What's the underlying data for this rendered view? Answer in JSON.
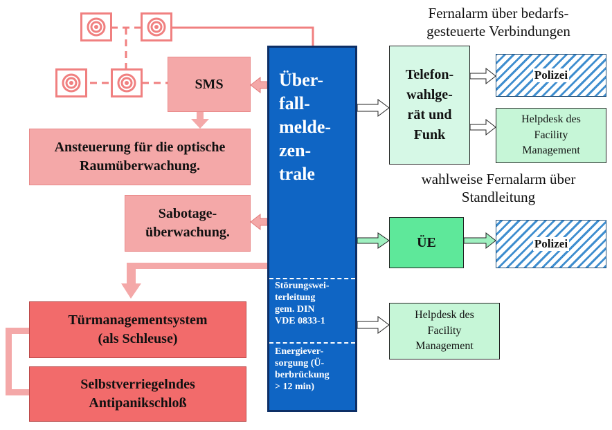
{
  "sms": "SMS",
  "ansteuerung": [
    "Ansteuerung für die optische",
    "Raumüberwachung."
  ],
  "sabotage": [
    "Sabotage-",
    "überwachung."
  ],
  "tuer": [
    "Türmanagementsystem",
    "(als Schleuse)"
  ],
  "selbst": [
    "Selbstverriegelndes",
    "Antipanikschloß"
  ],
  "central": {
    "title_lines": [
      "Über-",
      "fall-",
      "melde-",
      "zen-",
      "trale"
    ],
    "section2_lines": [
      "Störungswei-",
      "terleitung",
      "gem. DIN",
      "VDE 0833-1"
    ],
    "section3_lines": [
      "Energiever-",
      "sorgung (Ü-",
      "berbrückung",
      "> 12 min)"
    ]
  },
  "fernalarm_heading": [
    "Fernalarm über bedarfs-",
    "gesteuerte Verbindungen"
  ],
  "telefon": [
    "Telefon-",
    "wahlge-",
    "rät und",
    "Funk"
  ],
  "polizei1": "Polizei",
  "helpdesk1": [
    "Helpdesk des",
    "Facility",
    "Management"
  ],
  "standleitung_heading": [
    "wahlweise Fernalarm über",
    "Standleitung"
  ],
  "ue": "ÜE",
  "polizei2": "Polizei",
  "helpdesk2": [
    "Helpdesk des",
    "Facility",
    "Management"
  ],
  "colors": {
    "central_blue": "#0f65c4",
    "pink": "#f4a8a8",
    "red": "#f26b6b",
    "green_strong": "#5ee89a",
    "hatch_blue": "#3f8ecf"
  }
}
